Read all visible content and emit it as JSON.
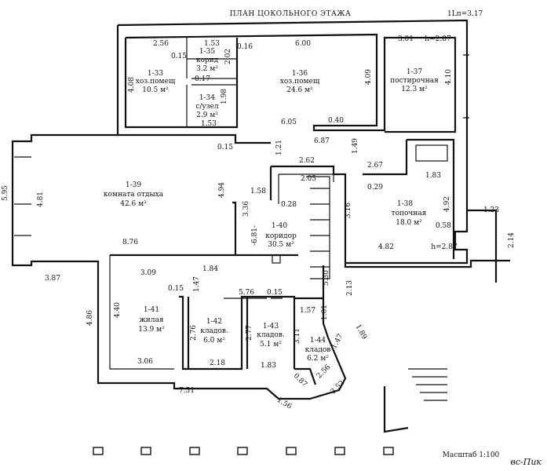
{
  "title": "ПЛАН ЦОКОЛЬНОГО ЭТАЖА",
  "level_mark": "1Lп=3.17",
  "scale": "Масштаб 1:100",
  "watermark": "вс-Пик",
  "rooms": [
    {
      "id": "r133",
      "num": "1-33",
      "name": "хоз.помещ",
      "area": "10.5 м²"
    },
    {
      "id": "r135",
      "num": "1-35",
      "name": "корид",
      "area": "3.2 м²"
    },
    {
      "id": "r134",
      "num": "1-34",
      "name": "с/узел",
      "area": "2.9 м²"
    },
    {
      "id": "r136",
      "num": "1-36",
      "name": "хоз.помещ",
      "area": "24.6 м²"
    },
    {
      "id": "r137",
      "num": "1-37",
      "name": "постирочная",
      "area": "12.3 м²"
    },
    {
      "id": "r139",
      "num": "1-39",
      "name": "комната отдыха",
      "area": "42.6 м²"
    },
    {
      "id": "r140",
      "num": "1-40",
      "name": "коридор",
      "area": "30.5 м²"
    },
    {
      "id": "r138",
      "num": "1-38",
      "name": "топочная",
      "area": "18.0 м²"
    },
    {
      "id": "r141",
      "num": "1-41",
      "name": "жилая",
      "area": "13.9 м²"
    },
    {
      "id": "r142",
      "num": "1-42",
      "name": "кладов.",
      "area": "6.0 м²"
    },
    {
      "id": "r143",
      "num": "1-43",
      "name": "кладов.",
      "area": "5.1 м²"
    },
    {
      "id": "r144",
      "num": "1-44",
      "name": "кладов",
      "area": "6.2 м²"
    }
  ],
  "dimensions": {
    "d256": "2.56",
    "d015a": "0.15",
    "d153a": "1.53",
    "d016": "0.16",
    "d600": "6.00",
    "d301": "3.01",
    "h287a": "h=2.87",
    "d408": "4.08",
    "d202": "2.02",
    "d017": "0.17",
    "d198": "1.98",
    "d153b": "1.53",
    "d409": "4.09",
    "d410": "4.10",
    "d605": "6.05",
    "d040": "0.40",
    "d687": "6.87",
    "d149": "1.49",
    "d015b": "0.15",
    "d121": "1.21",
    "d262": "2.62",
    "d595": "5.95",
    "d481": "4.81",
    "d494": "4.94",
    "d158": "1.58",
    "d205": "2.05",
    "d267": "2.67",
    "d183a": "1.83",
    "d029": "0.29",
    "d028": "0.28",
    "d336": "3.36",
    "d681": "-6.81-",
    "d316": "3.16",
    "d492": "4.92",
    "d123": "1.23",
    "d058": "0.58",
    "d214": "2.14",
    "d876": "8.76",
    "d482": "4.82",
    "h287b": "h=2.87",
    "d387": "3.87",
    "d309": "3.09",
    "d184": "1.84",
    "d530": "5.30",
    "d213": "2.13",
    "d486": "4.86",
    "d440": "4.40",
    "d015c": "0.15",
    "d147a": "1.47",
    "d576": "5.76",
    "d015d": "0.15",
    "d157": "1.57",
    "d101": "1.01",
    "d276": "2.76",
    "d277": "2.77",
    "d311": "3.11",
    "d147b": "1.47",
    "d189": "1.89",
    "d306": "3.06",
    "d218": "2.18",
    "d183b": "1.83",
    "d256b": "2.56",
    "d087": "0.87",
    "d352": "3.52",
    "d751": "7.51",
    "d156": "1.56"
  }
}
